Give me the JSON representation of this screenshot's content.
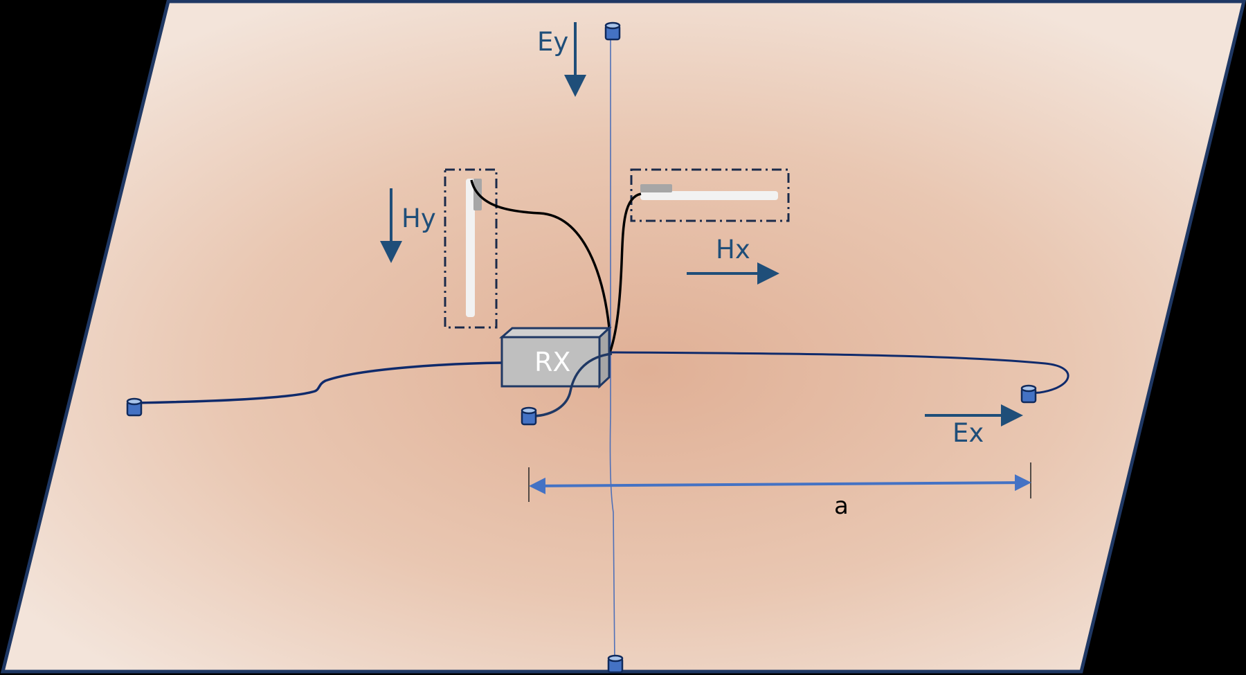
{
  "diagram": {
    "title": "Magnetotelluric receiver layout",
    "colors": {
      "background": "#000000",
      "plane_edge": "#1f3864",
      "plane_center": "#e2b49a",
      "plane_outer": "#f2e2d8",
      "label": "#1f4e79",
      "cable_dark": "#0f2a6b",
      "cable_black": "#000000",
      "electrode_fill": "#4472c4",
      "electrode_top": "#a9c4ea",
      "rx_fill": "#bfbfbf",
      "rx_side": "#a6a6a6",
      "rx_top": "#d0d0d0",
      "dimension_arrow": "#4472c4",
      "coil_fill": "#f2f2f2",
      "coil_cap": "#a6a6a6"
    },
    "receiver": {
      "label": "RX"
    },
    "fields": {
      "ey": {
        "label": "Ey",
        "direction": "down"
      },
      "hy": {
        "label": "Hy",
        "direction": "down"
      },
      "hx": {
        "label": "Hx",
        "direction": "right"
      },
      "ex": {
        "label": "Ex",
        "direction": "right"
      }
    },
    "dimension": {
      "label": "a"
    },
    "electrodes": [
      {
        "name": "north",
        "position": "top"
      },
      {
        "name": "south",
        "position": "bottom"
      },
      {
        "name": "west",
        "position": "left"
      },
      {
        "name": "east",
        "position": "right"
      },
      {
        "name": "ground",
        "position": "center"
      }
    ],
    "coils": [
      {
        "name": "hy-coil",
        "orientation": "vertical"
      },
      {
        "name": "hx-coil",
        "orientation": "horizontal"
      }
    ]
  }
}
